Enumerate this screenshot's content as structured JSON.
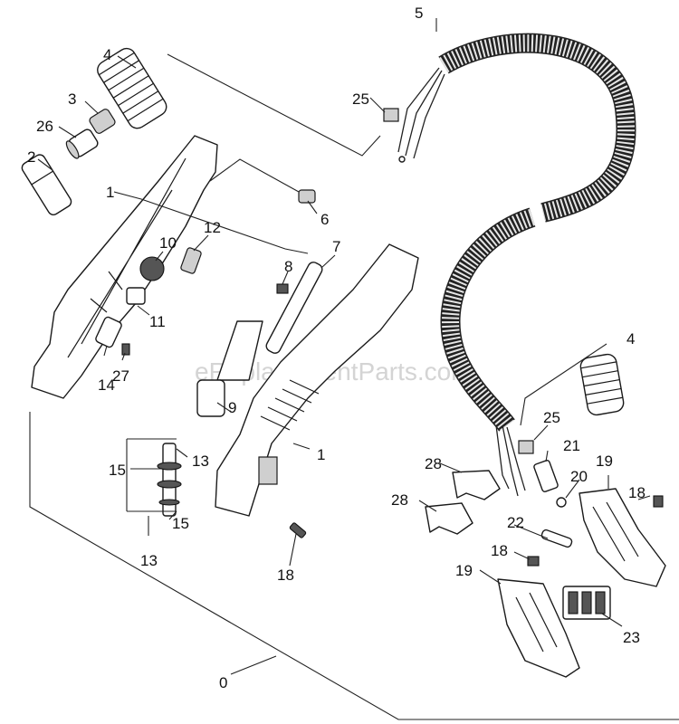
{
  "watermark": "eReplacementParts.com",
  "callouts": {
    "c5": "5",
    "c4_top": "4",
    "c25_top": "25",
    "c3": "3",
    "c26": "26",
    "c2": "2",
    "c1_left": "1",
    "c6": "6",
    "c12": "12",
    "c10": "10",
    "c7": "7",
    "c8": "8",
    "c11": "11",
    "c14": "14",
    "c27": "27",
    "c4_right": "4",
    "c9": "9",
    "c25_right": "25",
    "c1_mid": "1",
    "c21": "21",
    "c19_top": "19",
    "c15_a": "15",
    "c13_a": "13",
    "c28_top": "28",
    "c20": "20",
    "c18_right": "18",
    "c28_bottom": "28",
    "c15_b": "15",
    "c22": "22",
    "c13_b": "13",
    "c18_mid": "18",
    "c18_bottom": "18",
    "c19_bottom": "19",
    "c23": "23",
    "c0": "0"
  }
}
